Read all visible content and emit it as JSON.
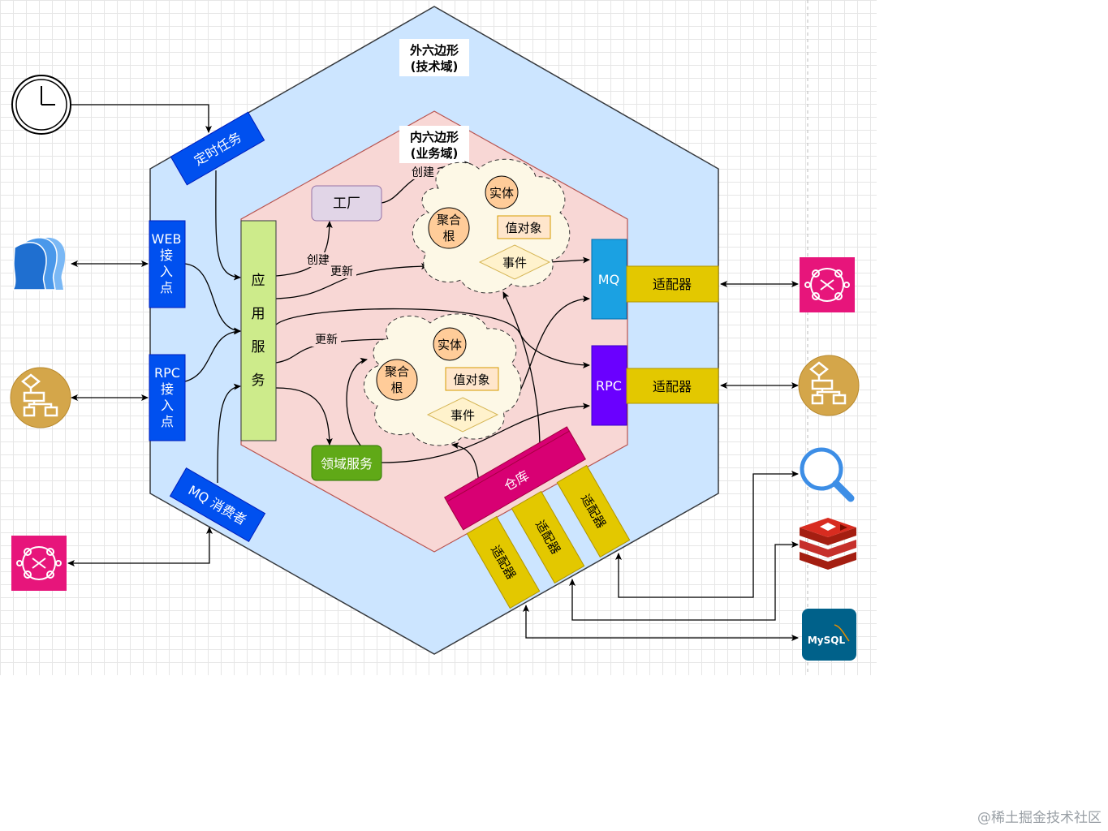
{
  "title_outer": {
    "line1": "外六边形",
    "line2": "(技术域)"
  },
  "title_inner": {
    "line1": "内六边形",
    "line2": "(业务域)"
  },
  "ports": {
    "timer": "定时任务",
    "web": [
      "WEB",
      "接",
      "入",
      "点"
    ],
    "rpc_in": [
      "RPC",
      "接",
      "入",
      "点"
    ],
    "mq_consumer": "MQ 消费者",
    "mq_out": "MQ",
    "rpc_out": "RPC",
    "repo": "仓库"
  },
  "adapters": {
    "label": "适配器"
  },
  "app_service": [
    "应",
    "用",
    "服",
    "务"
  ],
  "factory": "工厂",
  "domain_service": "领域服务",
  "aggregate": {
    "root_line1": "聚合",
    "root_line2": "根",
    "entity": "实体",
    "value_object": "值对象",
    "event": "事件"
  },
  "edges": {
    "create": "创建",
    "update": "更新"
  },
  "external": {
    "mysql": "MySQL"
  },
  "watermark": "@稀土掘金技术社区",
  "colors": {
    "outer_hex": "#cce5ff",
    "inner_hex": "#f8d7d5",
    "port_blue": "#0050ef",
    "mq_cyan": "#1ba1e2",
    "rpc_purple": "#6a00ff",
    "repo_magenta": "#d80073",
    "adapter_yellow": "#e3c800",
    "app_service_green": "#cdeb8b",
    "domain_service_green": "#60a917",
    "factory_lilac": "#e1d5e7",
    "aggregate_orange": "#ffcc99",
    "event_yellow": "#fff2cc"
  },
  "icons": [
    "clock-icon",
    "user-group-icon",
    "flowchart-icon",
    "message-queue-icon",
    "search-icon",
    "redis-icon",
    "mysql-icon"
  ]
}
